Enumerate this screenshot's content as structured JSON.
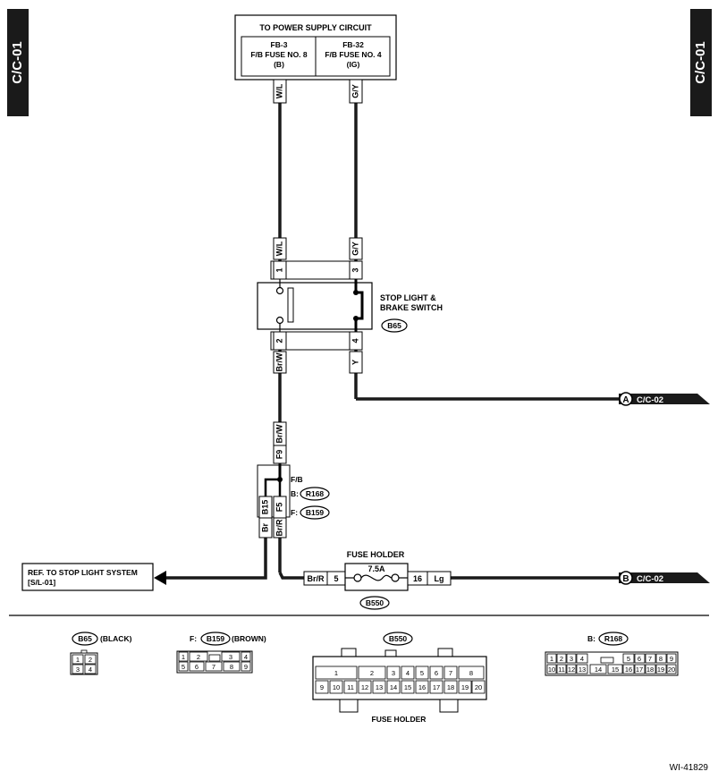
{
  "side_tab_left": "C/C-01",
  "side_tab_right": "C/C-01",
  "power_box": {
    "title": "TO POWER SUPPLY CIRCUIT",
    "left": {
      "l1": "FB-3",
      "l2": "F/B FUSE NO. 8",
      "l3": "(B)"
    },
    "right": {
      "l1": "FB-32",
      "l2": "F/B FUSE NO. 4",
      "l3": "(IG)"
    }
  },
  "wires": {
    "wl_top": "W/L",
    "gy_top": "G/Y",
    "wl_sw": "W/L",
    "gy_sw": "G/Y",
    "brw_sw": "Br/W",
    "y_sw": "Y",
    "brw_conn": "Br/W",
    "br": "Br",
    "brr": "Br/R",
    "brr_fuse": "Br/R",
    "lg": "Lg"
  },
  "switch": {
    "pin1": "1",
    "pin3": "3",
    "pin2": "2",
    "pin4": "4",
    "label1": "STOP LIGHT &",
    "label2": "BRAKE SWITCH",
    "badge": "B65"
  },
  "connector": {
    "f9": "F9",
    "b15": "B15",
    "f5": "F5",
    "fb": "F/B",
    "b_prefix": "B:",
    "b_badge": "R168",
    "f_prefix": "F:",
    "f_badge": "B159"
  },
  "ref": {
    "l1": "REF. TO STOP LIGHT SYSTEM",
    "l2": "[S/L-01]"
  },
  "fuse": {
    "title": "FUSE HOLDER",
    "rating": "7.5A",
    "pin_in": "5",
    "pin_out": "16",
    "badge": "B550"
  },
  "links": {
    "a_letter": "A",
    "a_ref": "C/C-02",
    "b_letter": "B",
    "b_ref": "C/C-02"
  },
  "legend": {
    "b65": {
      "badge": "B65",
      "color": "(BLACK)",
      "pins": [
        "1",
        "2",
        "3",
        "4"
      ]
    },
    "b159": {
      "prefix": "F:",
      "badge": "B159",
      "color": "(BROWN)",
      "pins": [
        "1",
        "2",
        "3",
        "4",
        "5",
        "6",
        "7",
        "8",
        "9"
      ]
    },
    "b550": {
      "badge": "B550",
      "caption": "FUSE HOLDER",
      "pins": [
        "1",
        "2",
        "3",
        "4",
        "5",
        "6",
        "7",
        "8",
        "9",
        "10",
        "11",
        "12",
        "13",
        "14",
        "15",
        "16",
        "17",
        "18",
        "19",
        "20"
      ]
    },
    "r168": {
      "prefix": "B:",
      "badge": "R168",
      "pins": [
        "1",
        "2",
        "3",
        "4",
        "5",
        "6",
        "7",
        "8",
        "9",
        "10",
        "11",
        "12",
        "13",
        "14",
        "15",
        "16",
        "17",
        "18",
        "19",
        "20"
      ]
    }
  },
  "figure_id": "WI-41829"
}
